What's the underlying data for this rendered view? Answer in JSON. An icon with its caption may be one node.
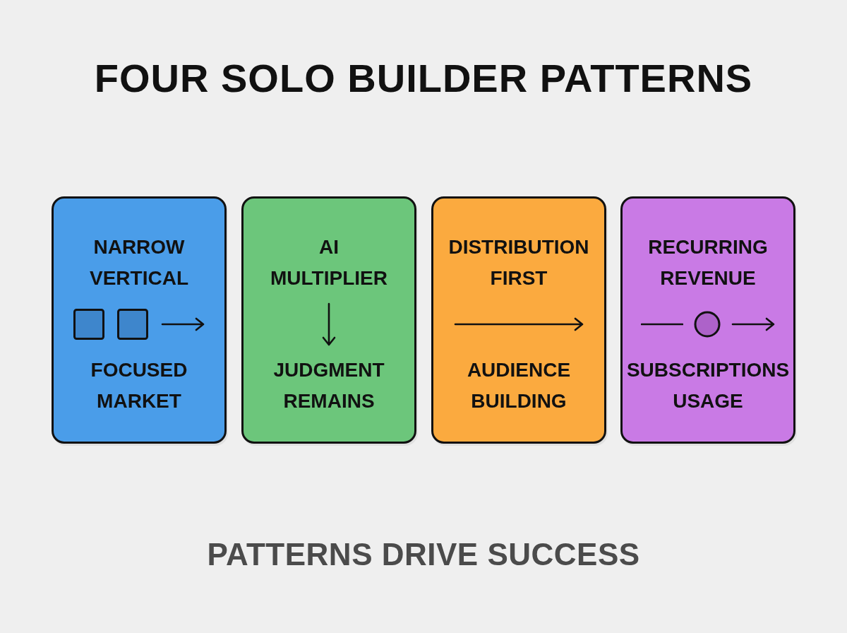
{
  "diagram": {
    "title": "FOUR SOLO BUILDER PATTERNS",
    "caption": "PATTERNS DRIVE SUCCESS",
    "nodes": [
      {
        "text": [
          "NARROW VERTICAL",
          "FOCUSED MARKET"
        ]
      },
      {
        "text": [
          "AI MULTIPLIER",
          "JUDGMENT REMAINS"
        ]
      },
      {
        "text": [
          "DISTRIBUTION FIRST",
          "AUDIENCE BUILDING"
        ]
      },
      {
        "text": [
          "RECURRING REVENUE",
          "SUBSCRIPTIONS USAGE"
        ]
      }
    ]
  }
}
